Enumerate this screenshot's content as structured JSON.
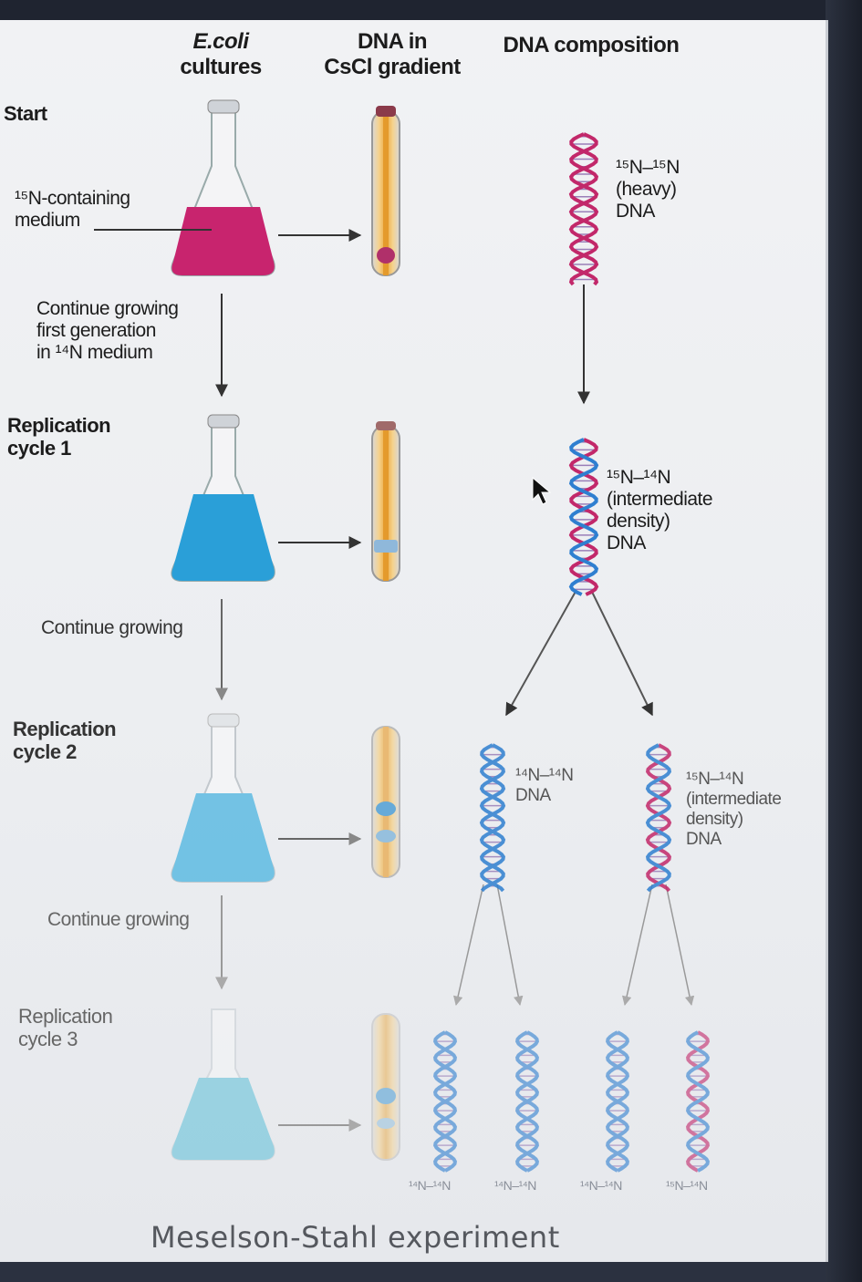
{
  "headers": {
    "cultures_line1": "E.coli",
    "cultures_line2": "cultures",
    "gradient_line1": "DNA in",
    "gradient_line2": "CsCl gradient",
    "composition": "DNA composition"
  },
  "rows": {
    "start": "Start",
    "medium_line1": "¹⁵N-containing",
    "medium_line2": "medium",
    "growing1_line1": "Continue growing",
    "growing1_line2": "first generation",
    "growing1_line3": "in ¹⁴N medium",
    "cycle1_line1": "Replication",
    "cycle1_line2": "cycle 1",
    "growing2": "Continue growing",
    "cycle2_line1": "Replication",
    "cycle2_line2": "cycle 2",
    "growing3": "Continue growing",
    "cycle3_line1": "Replication",
    "cycle3_line2": "cycle 3"
  },
  "dna_labels": {
    "heavy_line1": "¹⁵N–¹⁵N",
    "heavy_line2": "(heavy)",
    "heavy_line3": "DNA",
    "inter1_line1": "¹⁵N–¹⁴N",
    "inter1_line2": "(intermediate",
    "inter1_line3": "density)",
    "inter1_line4": "DNA",
    "light2_line1": "¹⁴N–¹⁴N",
    "light2_line2": "DNA",
    "inter2_line1": "¹⁵N–¹⁴N",
    "inter2_line2": "(intermediate",
    "inter2_line3": "density)",
    "inter2_line4": "DNA",
    "gen3_a": "¹⁴N–¹⁴N",
    "gen3_b": "¹⁴N–¹⁴N",
    "gen3_c": "¹⁴N–¹⁴N",
    "gen3_d": "¹⁵N–¹⁴N"
  },
  "caption": "Meselson-Stahl experiment",
  "colors": {
    "flask_start": "#c8246e",
    "flask_cycle": "#2a9fd8",
    "tube_orange": "#e8a43a",
    "heavy_band": "#c0306a",
    "helix_pink": "#c2286a",
    "helix_blue": "#2f7fd0",
    "helix_purple": "#6b3a9a"
  }
}
